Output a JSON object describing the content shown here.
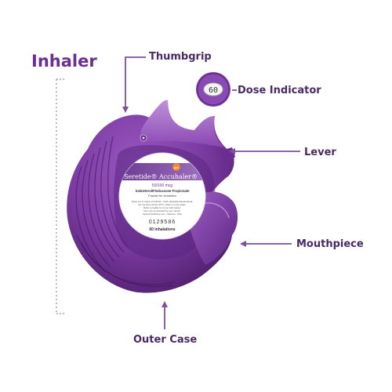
{
  "title": "Inhaler",
  "labels": {
    "thumbgrip": "Thumbgrip",
    "dose_indicator": "Dose Indicator",
    "lever": "Lever",
    "mouthpiece": "Mouthpiece",
    "outer_case": "Outer Case"
  },
  "dose_window": {
    "value": "60"
  },
  "product_label": {
    "brand_badge": "gsk",
    "product_name": "Seretide® Accuhaler®",
    "strength": "50/100 mcg",
    "ingredients": "Salmeterol/Fluticasone Propionate",
    "form": "Powder for inhalation",
    "warnings": [
      "Keep out of reach of children. Jauhi daripada kanak-kanak.",
      "Do not store above 30°C. Store in a dry place.",
      "Refer to leaflet for more information.",
      "Use only as directed by your doctor.",
      "GlaxoSmithKline LLC., Sabulon, USA"
    ],
    "batch_number": "0129586",
    "inhalations": "60 inhalations"
  },
  "colors": {
    "accent": "#6b2f94",
    "label_text": "#4a2a66",
    "device_main": "#7a3aa0",
    "device_dark": "#4e1f6c",
    "connector": "#7d4f9e"
  }
}
